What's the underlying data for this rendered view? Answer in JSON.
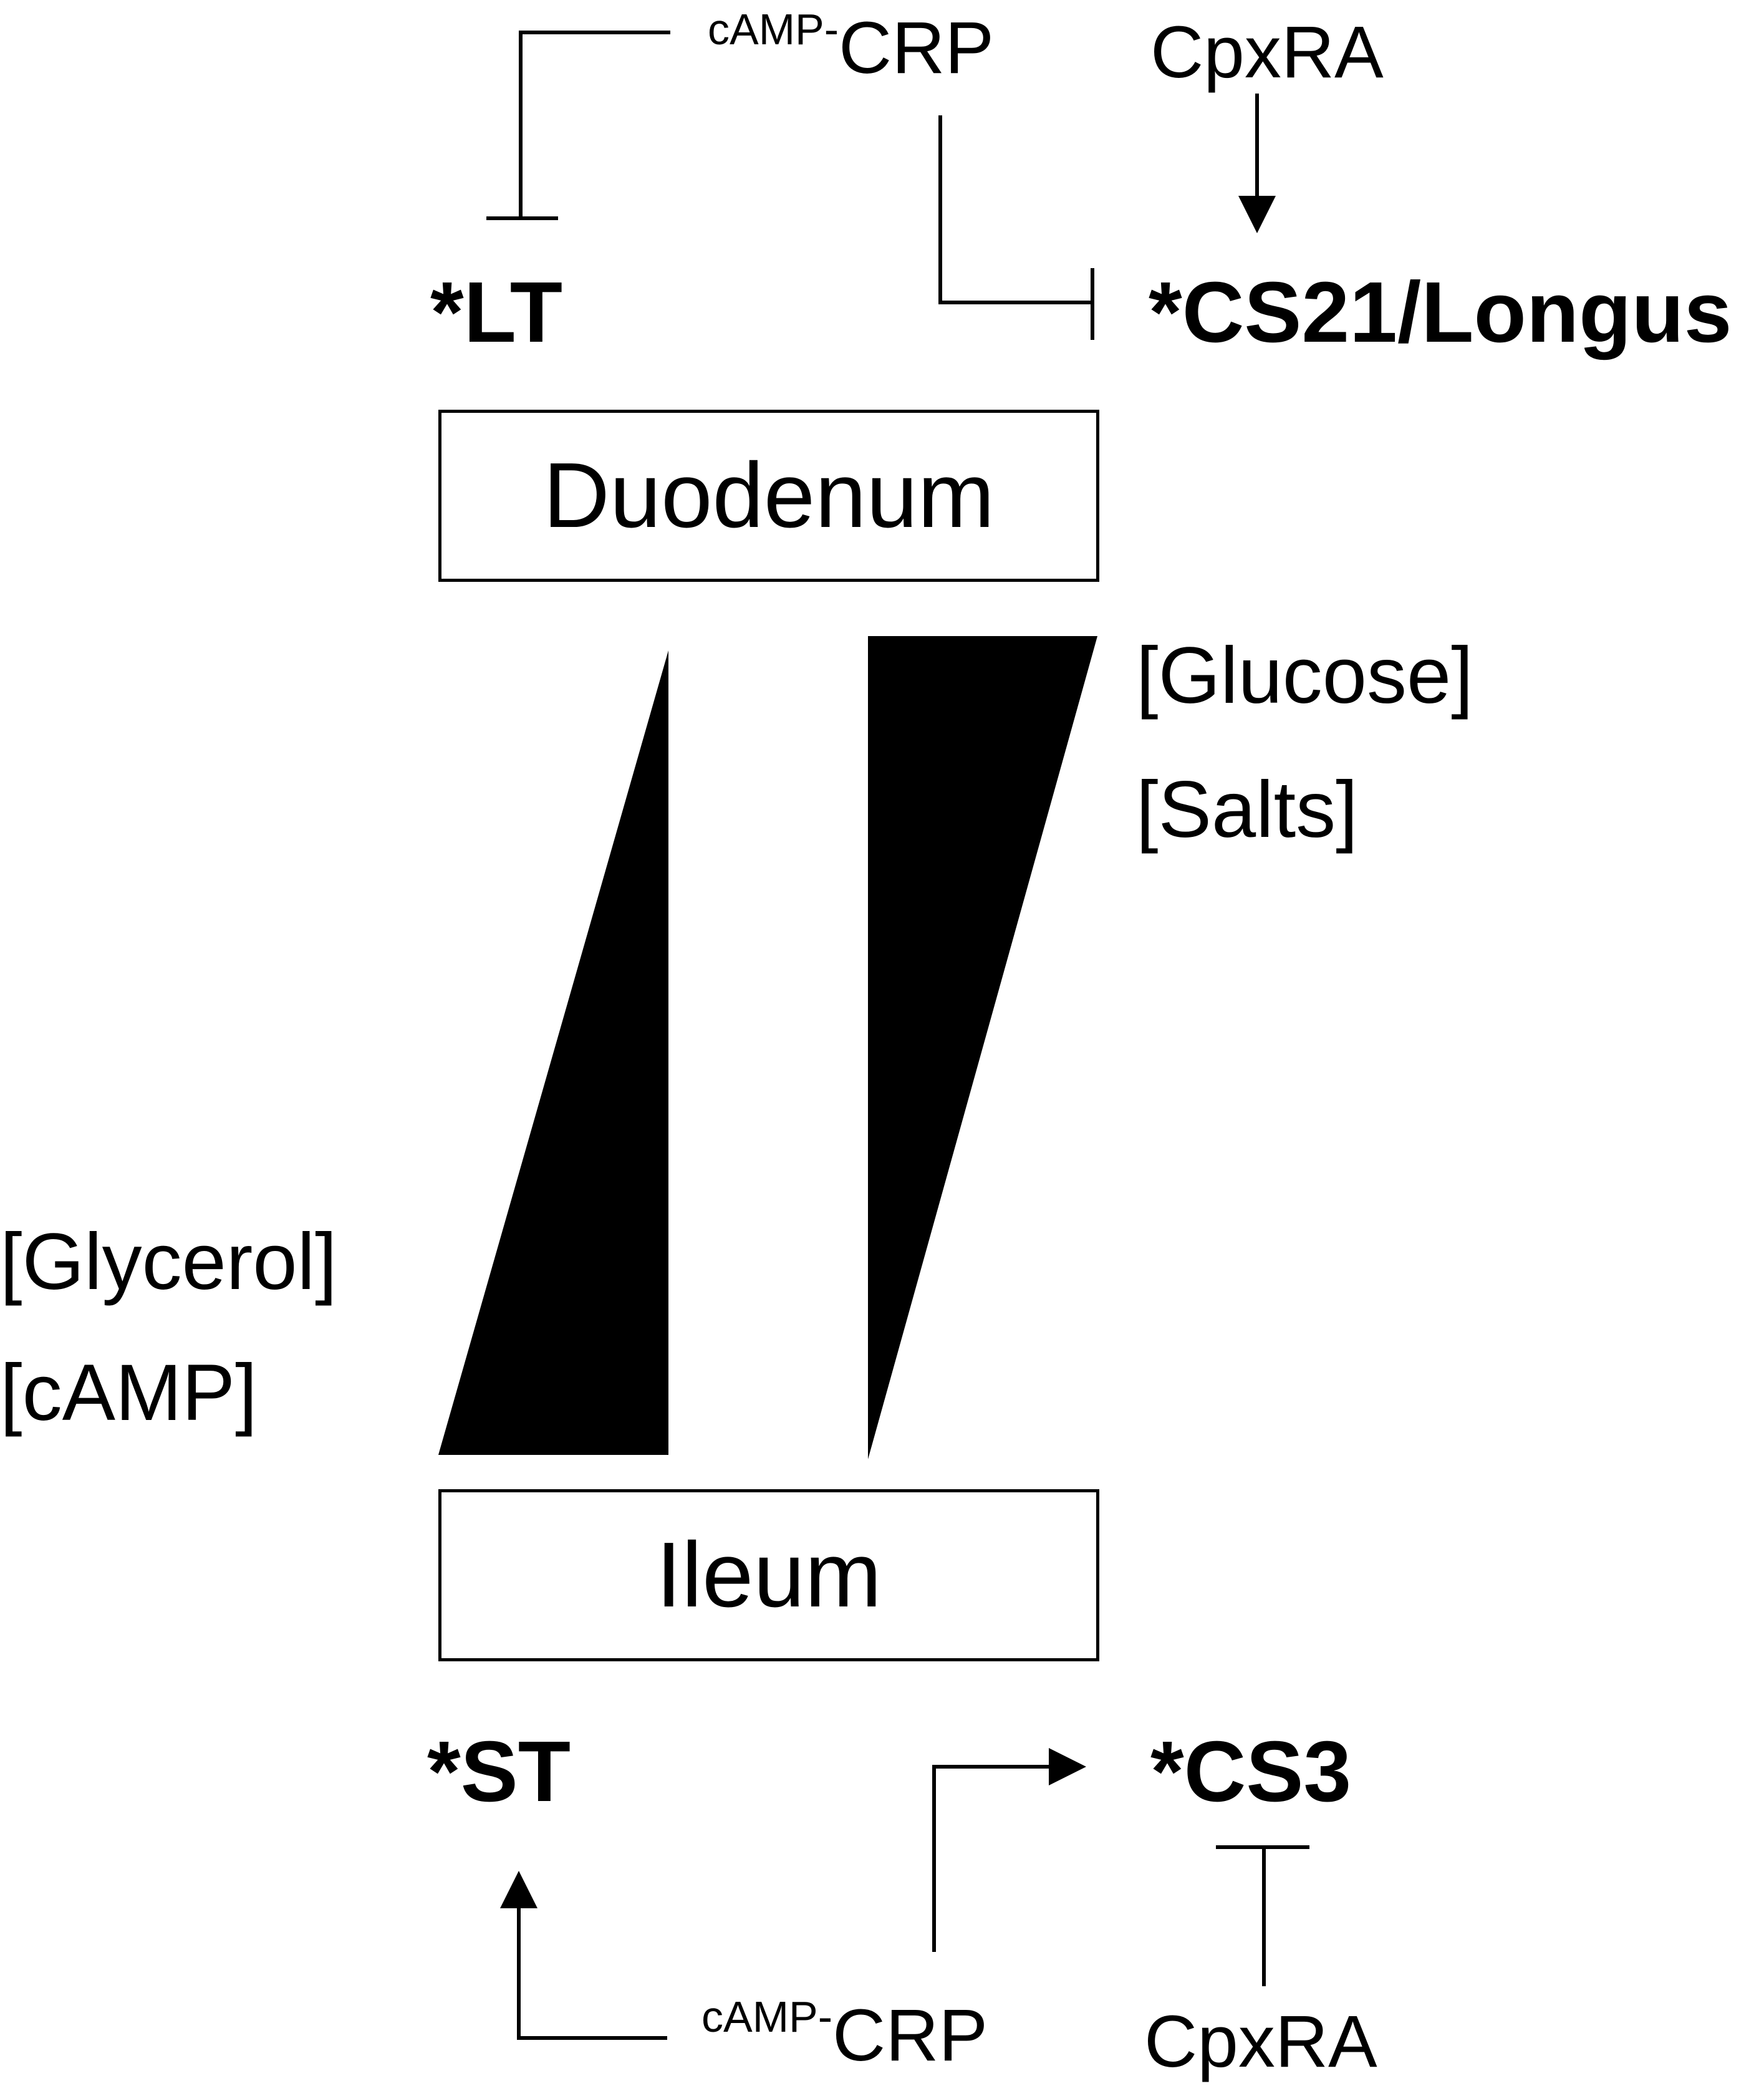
{
  "top": {
    "regulator_crp_prefix": "cAMP-",
    "regulator_crp": "CRP",
    "regulator_cpx": "CpxRA",
    "gene_lt": "*LT",
    "gene_cs21": "*CS21/Longus"
  },
  "boxes": {
    "duodenum": "Duodenum",
    "ileum": "Ileum"
  },
  "gradients": {
    "right_1": "[Glucose]",
    "right_2": "[Salts]",
    "left_1": "[Glycerol]",
    "left_2": "[cAMP]"
  },
  "bottom": {
    "gene_st": "*ST",
    "gene_cs3": "*CS3",
    "regulator_crp_prefix": "cAMP-",
    "regulator_crp": "CRP",
    "regulator_cpx": "CpxRA"
  },
  "colors": {
    "ink": "#000000",
    "background": "#ffffff"
  }
}
